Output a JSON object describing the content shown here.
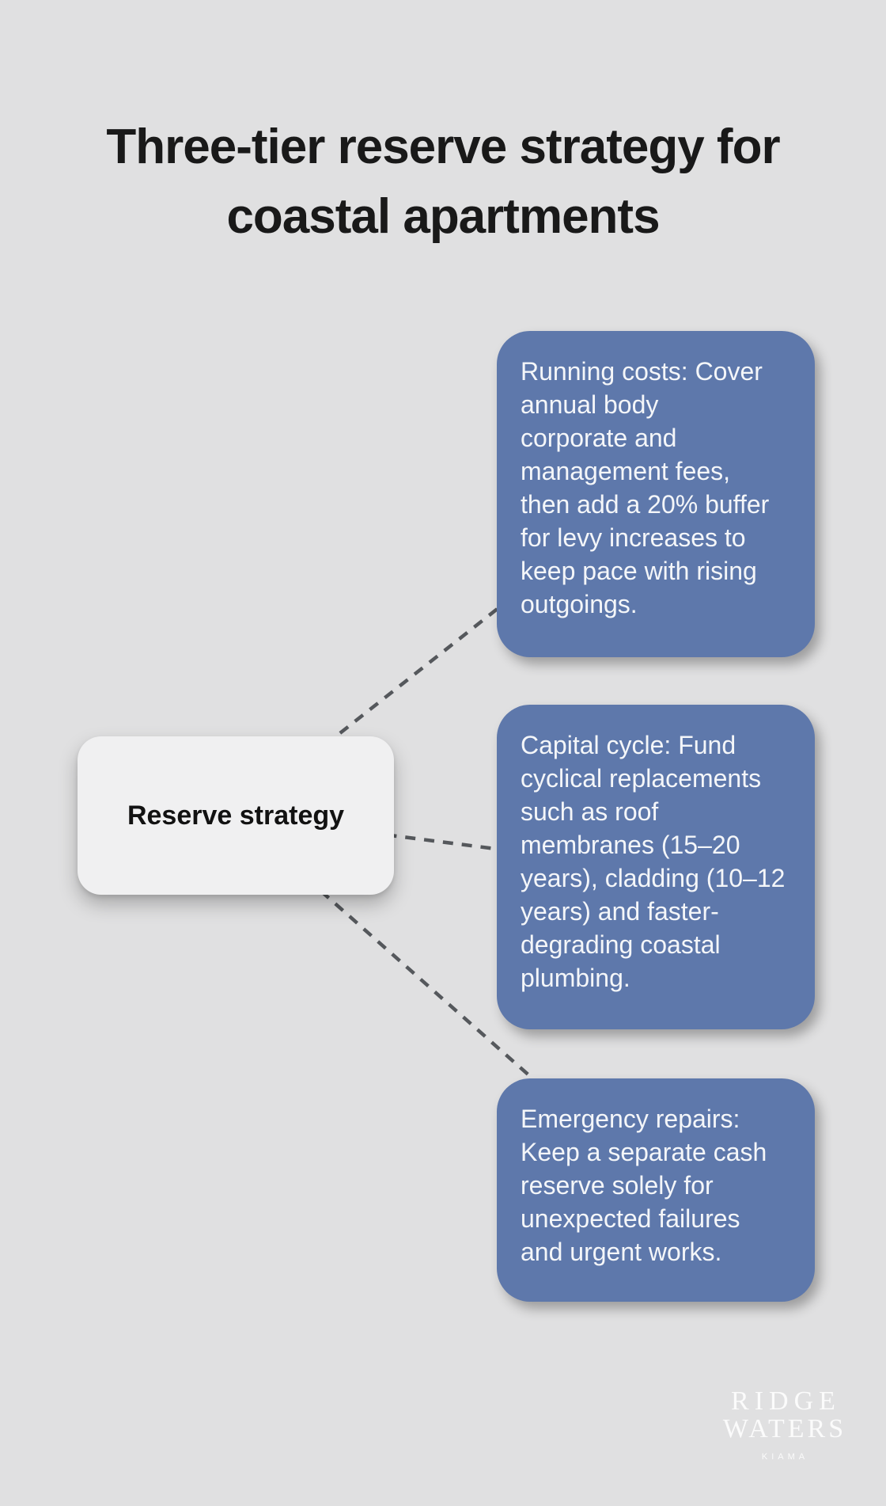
{
  "title": {
    "text": "Three-tier reserve strategy for\ncoastal apartments"
  },
  "center_node": {
    "label": "Reserve strategy"
  },
  "branches": [
    {
      "id": "running-costs",
      "text": "Running costs: Cover\nannual body\ncorporate and\nmanagement fees,\nthen add a 20% buffer\nfor levy increases to\nkeep pace with rising\noutgoings."
    },
    {
      "id": "capital-cycle",
      "text": "Capital cycle: Fund\ncyclical replacements\nsuch as roof\nmembranes (15–20\nyears), cladding (10–12\nyears) and faster-\ndegrading coastal\nplumbing."
    },
    {
      "id": "emergency-repairs",
      "text": "Emergency repairs:\nKeep a separate cash\nreserve solely for\nunexpected failures\nand urgent works."
    }
  ],
  "watermark": {
    "line1": "RIDGE",
    "line2": "WATERS",
    "line3": "KIAMA"
  },
  "colors": {
    "background": "#e0e0e1",
    "title_text": "#191919",
    "branch_fill": "#5e78ab",
    "branch_text": "#f4f6f9",
    "center_fill": "#f0f0f1",
    "center_text": "#121212",
    "connector": "#55585c",
    "watermark_text": "#ffffff"
  }
}
